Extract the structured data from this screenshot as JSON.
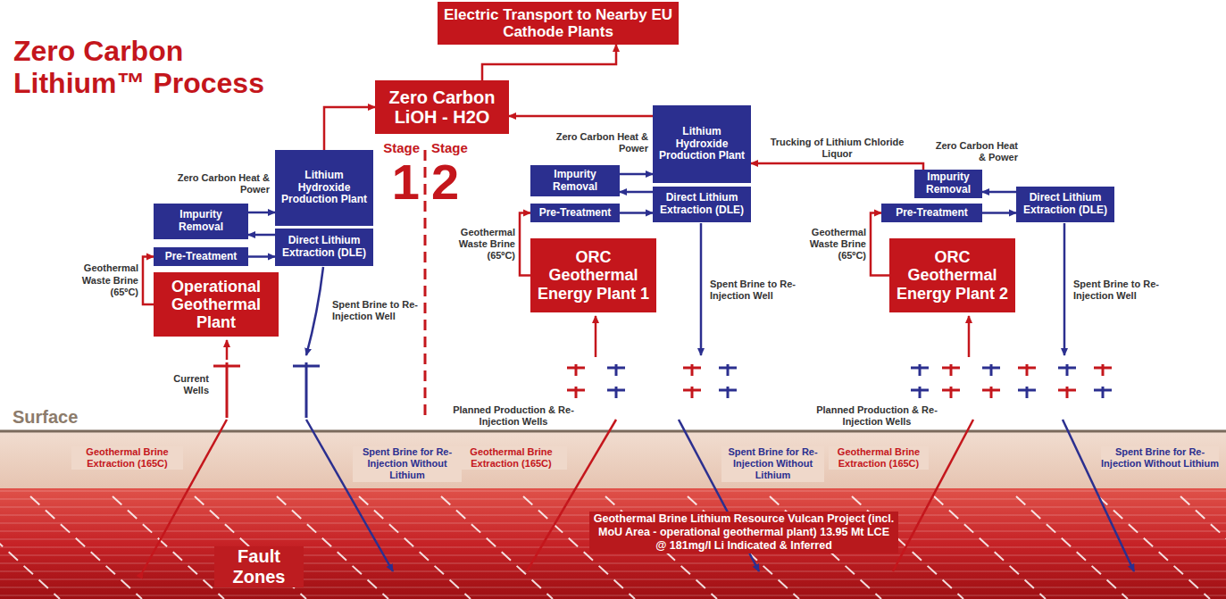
{
  "diagram": {
    "title": "Zero Carbon Lithium™ Process",
    "nodes": [
      {
        "text": [
          "Electric Transport to Nearby EU Cathode Plants"
        ]
      },
      {
        "text": [
          "Zero Carbon LiOH - H2O"
        ]
      },
      {
        "text": [
          "Lithium Hydroxide Production Plant"
        ]
      },
      {
        "text": [
          "Impurity Removal"
        ]
      },
      {
        "text": [
          "Pre-Treatment"
        ]
      },
      {
        "text": [
          "Direct Lithium Extraction (DLE)"
        ]
      },
      {
        "text": [
          "Operational Geothermal Plant"
        ]
      },
      {
        "text": [
          "Lithium Hydroxide Production Plant"
        ]
      },
      {
        "text": [
          "Impurity Removal"
        ]
      },
      {
        "text": [
          "Pre-Treatment"
        ]
      },
      {
        "text": [
          "Direct Lithium Extraction (DLE)"
        ]
      },
      {
        "text": [
          "ORC Geothermal Energy Plant 1"
        ]
      },
      {
        "text": [
          "Impurity Removal"
        ]
      },
      {
        "text": [
          "Pre-Treatment"
        ]
      },
      {
        "text": [
          "Direct Lithium Extraction (DLE)"
        ]
      },
      {
        "text": [
          "ORC Geothermal Energy Plant 2"
        ]
      },
      {
        "text": [
          "Geothermal Brine Lithium Resource Vulcan Project (incl. MoU Area - operational geothermal plant) 13.95 Mt LCE @ 181mg/l Li Indicated & Inferred"
        ]
      }
    ],
    "edges": [
      {
        "from": 1,
        "to": 0,
        "arrow": "to"
      },
      {
        "from": 2,
        "to": 1,
        "arrow": "to"
      },
      {
        "from": 7,
        "to": 1,
        "arrow": "to"
      },
      {
        "from": 3,
        "to": 2,
        "arrow": "to"
      },
      {
        "from": 5,
        "to": 3,
        "arrow": "to"
      },
      {
        "from": 4,
        "to": 5,
        "arrow": "to"
      },
      {
        "from": 6,
        "to": 4,
        "label": "Geothermal Waste Brine (65ºC)",
        "arrow": "to"
      },
      {
        "from": 8,
        "to": 7,
        "arrow": "to"
      },
      {
        "from": 10,
        "to": 8,
        "arrow": "to"
      },
      {
        "from": 9,
        "to": 10,
        "arrow": "to"
      },
      {
        "from": 11,
        "to": 9,
        "label": "Geothermal Waste Brine (65ºC)",
        "arrow": "to"
      },
      {
        "from": 14,
        "to": 12,
        "arrow": "to"
      },
      {
        "from": 13,
        "to": 14,
        "arrow": "to"
      },
      {
        "from": 15,
        "to": 13,
        "label": "Geothermal Waste Brine (65ºC)",
        "arrow": "to"
      },
      {
        "from": 12,
        "to": 7,
        "label": "Trucking of Lithium Chloride Liquor",
        "arrow": "to"
      }
    ],
    "labels": [
      "Zero Carbon Heat & Power",
      "Stage",
      "1",
      "Stage",
      "2",
      "Zero Carbon Heat & Power",
      "Zero Carbon Heat & Power",
      "Spent Brine to Re-Injection Well",
      "Spent Brine to Re-Injection Well",
      "Spent Brine to Re-Injection Well",
      "Current Wells",
      "Planned Production & Re-Injection Wells",
      "Planned Production & Re-Injection Wells",
      "Surface",
      "Geothermal Brine Extraction (165C)",
      "Spent Brine for Re-Injection Without Lithium",
      "Geothermal Brine Extraction (165C)",
      "Spent Brine for Re-Injection Without Lithium",
      "Geothermal Brine Extraction (165C)",
      "Spent Brine for Re-Injection Without Lithium",
      "Fault Zones"
    ]
  }
}
